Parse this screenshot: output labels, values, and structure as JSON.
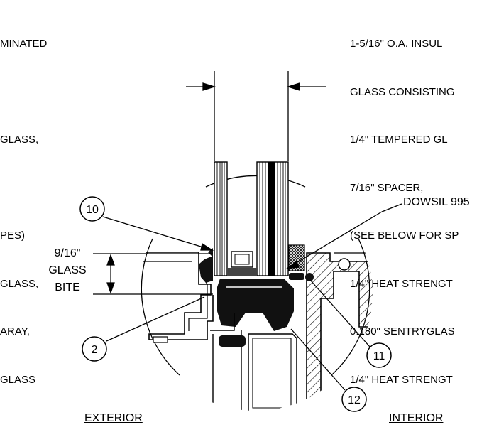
{
  "notes_left": [
    "MINATED",
    "",
    "GLASS,",
    "",
    "PES)",
    "GLASS,",
    "ARAY,",
    "GLASS"
  ],
  "notes_right": [
    "1-5/16\" O.A. INSUL",
    "GLASS CONSISTING",
    "1/4\" TEMPERED GL",
    "7/16\" SPACER,",
    "(SEE BELOW FOR SP",
    "1/4\" HEAT STRENGT",
    "0.180\" SENTRYGLAS",
    "1/4\" HEAT STRENGT"
  ],
  "callouts": {
    "c10": "10",
    "c2": "2",
    "c11": "11",
    "c12": "12"
  },
  "labels": {
    "sealant": "DOWSIL 995",
    "bite_line1": "9/16\"",
    "bite_line2": "GLASS",
    "bite_line3": "BITE",
    "exterior": "EXTERIOR",
    "interior": "INTERIOR"
  }
}
